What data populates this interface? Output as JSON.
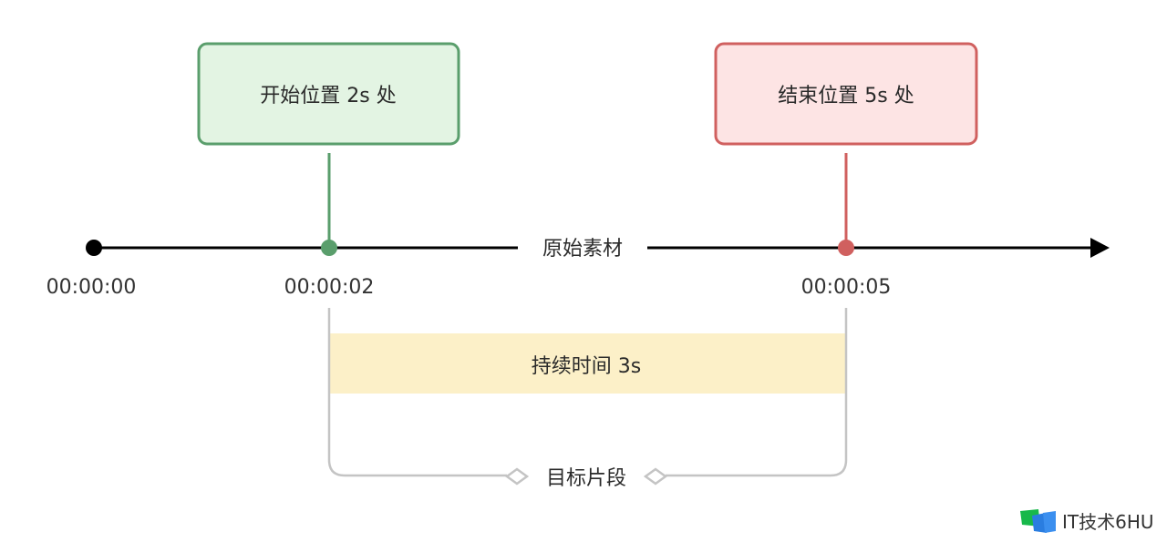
{
  "start_box": {
    "label": "开始位置 2s 处",
    "fill": "#e3f4e3",
    "stroke": "#5a9e6c"
  },
  "end_box": {
    "label": "结束位置 5s 处",
    "fill": "#fde4e4",
    "stroke": "#d0605f"
  },
  "axis_label": "原始素材",
  "timestamps": {
    "origin": "00:00:00",
    "start": "00:00:02",
    "end": "00:00:05"
  },
  "duration": {
    "label": "持续时间 3s",
    "fill": "#fcf0c8"
  },
  "segment_label": "目标片段",
  "watermark": {
    "text": "IT技术6HU"
  }
}
